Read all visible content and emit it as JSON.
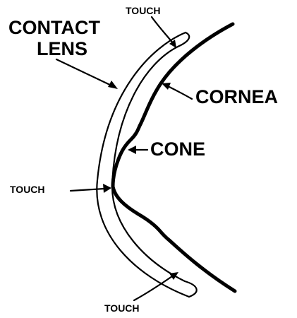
{
  "labels": {
    "contact_lens_line1": "CONTACT",
    "contact_lens_line2": "LENS",
    "cornea": "CORNEA",
    "cone": "CONE",
    "touch_top": "TOUCH",
    "touch_middle": "TOUCH",
    "touch_bottom": "TOUCH"
  },
  "colors": {
    "ink": "#000000",
    "background": "#ffffff"
  }
}
